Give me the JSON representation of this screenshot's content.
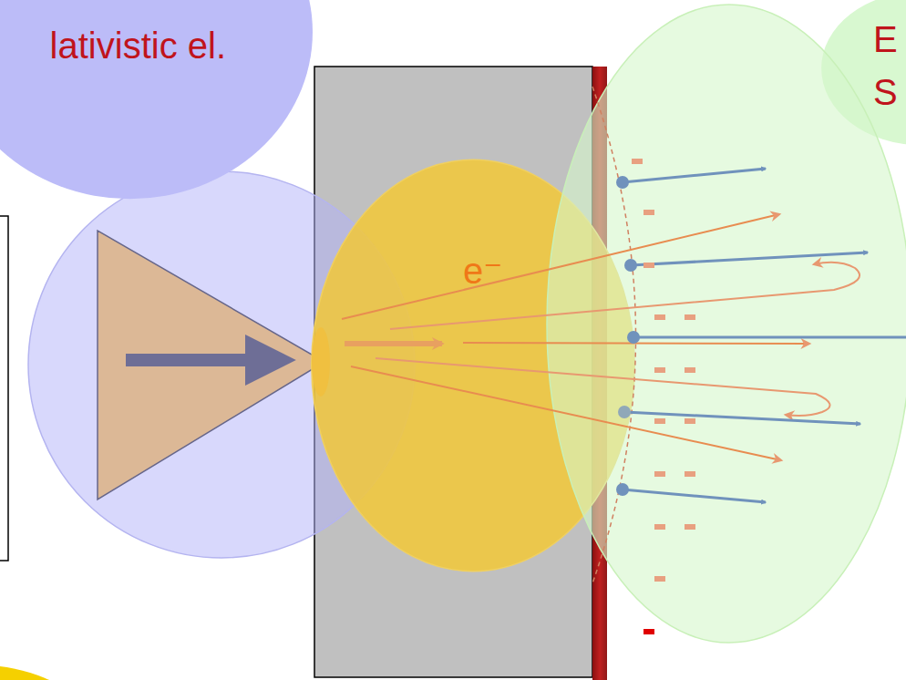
{
  "diagram": {
    "nodes": [
      {
        "text": [
          "lativistic el."
        ]
      },
      {
        "text": [
          "E S"
        ]
      },
      {
        "text": [
          "e⁻"
        ]
      }
    ]
  }
}
